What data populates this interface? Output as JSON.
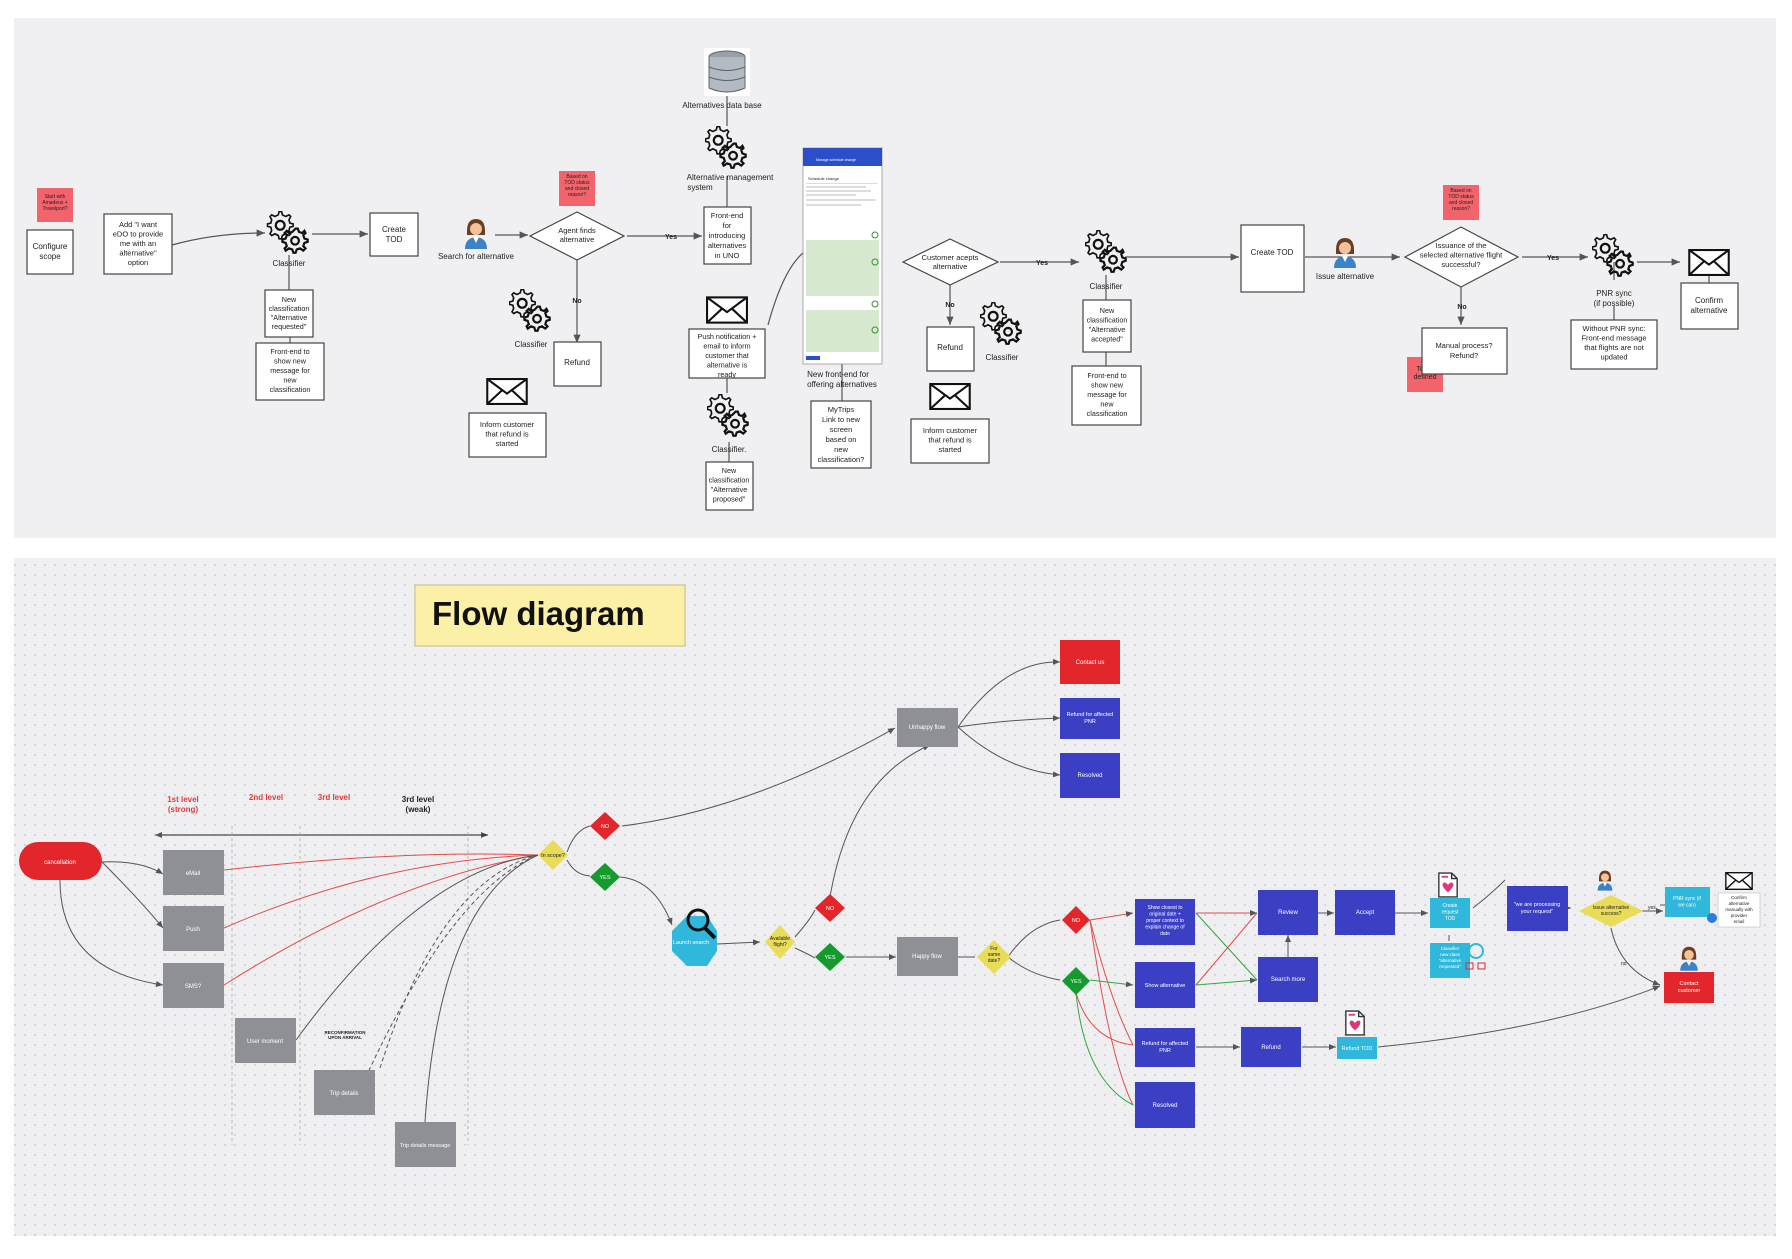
{
  "panel1": {
    "sticky_configure": "Start with Amadeus + Travelport?",
    "sticky_agent": "Based on TOD status and closed reason?",
    "sticky_issuance": "Based on TOD status and closed reason?",
    "sticky_tbd": "To be defined",
    "configure_scope": "Configure scope",
    "add_option": "Add \"I want eDO to provide me with an alternative\" option",
    "classifier_label": "Classifier",
    "classifier_label_dot": "Classifier.",
    "new_class_requested": "New classification \"Alternative requested\"",
    "frontend_new_msg": "Front-end to show new message for new classification",
    "create_tod": "Create TOD",
    "search_alternative": "Search for alternative",
    "agent_finds": "Agent finds alternative",
    "yes": "Yes",
    "no": "No",
    "refund": "Refund",
    "inform_refund": "Inform customer that refund is started",
    "database": "Alternatives data base",
    "ams": "Alternative management system",
    "frontend_uno": "Front-end for introducing alternatives in UNO",
    "push_notification": "Push notification + email to inform customer that alternative is ready",
    "new_class_proposed": "New classification \"Alternative proposed\"",
    "phone_title": "Manage schedule change",
    "phone_heading": "Schedule change",
    "new_frontend": "New front-end for offering alternatives",
    "mytrips": "MyTrips Link to new screen based on new classification?",
    "customer_accepts": "Customer acepts alternative",
    "new_class_accepted": "New classification \"Alternative accepted\"",
    "create_tod_2": "Create TOD",
    "issue_alternative": "Issue alternative",
    "issuance_success": "Issuance of the selected alternative flight successful?",
    "manual_process": "Manual process? Refund?",
    "pnr_sync": "PNR sync (if possible)",
    "without_pnr": "Without PNR sync: Front-end message that flights are not updated",
    "confirm_alternative": "Confirm alternative"
  },
  "panel2": {
    "title": "Flow diagram",
    "level1": "1st level (strong)",
    "level2": "2nd level",
    "level3": "3rd level",
    "level3weak": "3rd level (weak)",
    "cancellation": "cancellation",
    "email": "eMail",
    "push": "Push",
    "sms": "SMS?",
    "user_moment": "User moment",
    "reconfirm": "RECONFIRMATION UPON ARRIVAL",
    "trip_details": "Trip details",
    "trip_details_msg": "Trip details message",
    "in_scope": "In scope?",
    "no": "NO",
    "yes": "YES",
    "unhappy_flow": "Unhappy flow",
    "contact_us": "Contact us",
    "refund_affected": "Refund for affected PNR",
    "resolved": "Resolved",
    "launch_search": "Launch search",
    "available_flight": "Available flight?",
    "happy_flow": "Happy flow",
    "for_same_date": "For same date?",
    "show_closest": "Show closest to original date + proper context to explain change of date",
    "show_alternative": "Show alternative",
    "review": "Review",
    "accept": "Accept",
    "search_more": "Search more",
    "refund": "Refund",
    "refund_tod": "Refund TOD",
    "create_request_tod": "Create request TOD",
    "classifier_new_class": "Classifier new class \"alternative requested\"",
    "processing": "\"we are processing your request\"",
    "issue_alt_success": "Issue alternative success?",
    "yes_lower": "yes",
    "no_lower": "no",
    "pnr_sync_short": "PNR sync (if we can)",
    "confirm_alt_email": "Confirm alternative manually with provider email",
    "contact_customer": "Contact customer"
  },
  "colors": {
    "grey_box": "#8e9096",
    "blue_box": "#3a3fc4",
    "cyan_box": "#2fb8dc",
    "red_box": "#e3262b",
    "green_diamond": "#159a2e",
    "yellow_diamond": "#e9dc58",
    "sticky_pink": "#f2636b",
    "title_yellow": "#fcf0a6"
  }
}
